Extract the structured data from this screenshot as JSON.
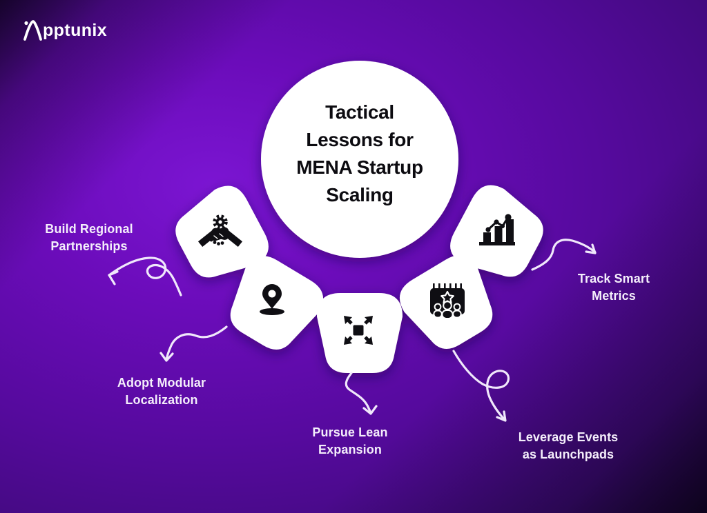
{
  "brand": {
    "name": "Apptunix",
    "wordmark_suffix": "pptunix"
  },
  "center": {
    "title": "Tactical Lessons for MENA Startup Scaling",
    "title_lines": [
      "Tactical",
      "Lessons for",
      "MENA Startup",
      "Scaling"
    ]
  },
  "items": [
    {
      "id": "build-regional-partnerships",
      "label": "Build Regional Partnerships",
      "lines": [
        "Build Regional",
        "Partnerships"
      ],
      "icon": "handshake-gear-icon"
    },
    {
      "id": "adopt-modular-localization",
      "label": "Adopt Modular Localization",
      "lines": [
        "Adopt Modular",
        "Localization"
      ],
      "icon": "location-pin-icon"
    },
    {
      "id": "pursue-lean-expansion",
      "label": "Pursue Lean Expansion",
      "lines": [
        "Pursue Lean",
        "Expansion"
      ],
      "icon": "expand-arrows-icon"
    },
    {
      "id": "leverage-events-as-launchpads",
      "label": "Leverage Events as Launchpads",
      "lines": [
        "Leverage Events",
        "as Launchpads"
      ],
      "icon": "event-calendar-icon"
    },
    {
      "id": "track-smart-metrics",
      "label": "Track Smart Metrics",
      "lines": [
        "Track Smart",
        "Metrics"
      ],
      "icon": "bar-chart-trend-icon"
    }
  ],
  "colors": {
    "background_bright": "#7b15d2",
    "background_mid": "#560a9e",
    "background_dark": "#1c0b31",
    "shape_fill": "#ffffff",
    "icon": "#0f0e13",
    "title_text": "#0c0b10",
    "label_text": "#f4eefb",
    "arrow": "#f0e8fb"
  }
}
